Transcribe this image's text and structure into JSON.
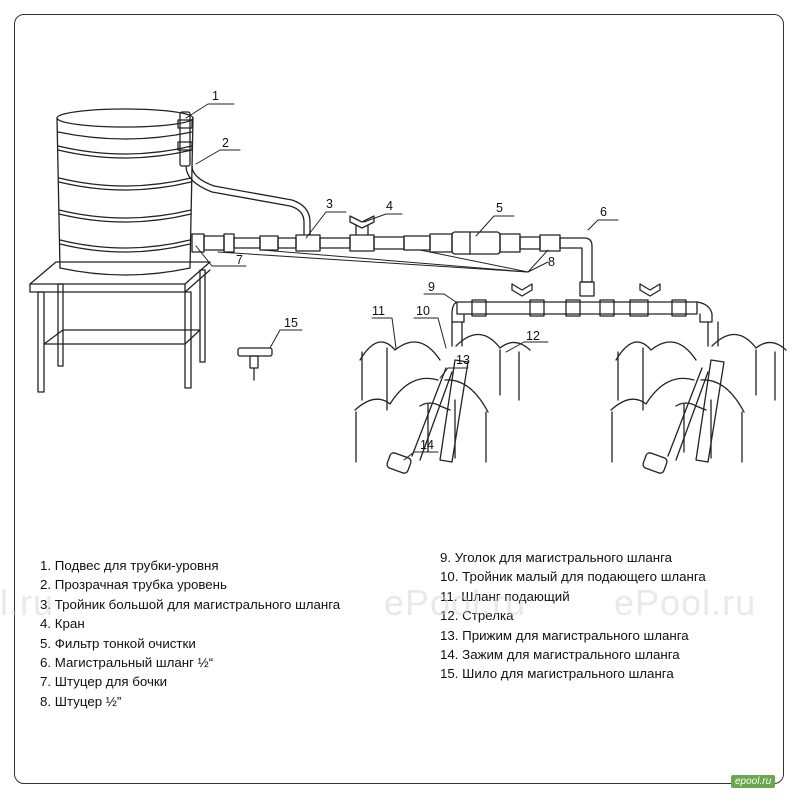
{
  "callouts": [
    "1",
    "2",
    "3",
    "4",
    "5",
    "6",
    "7",
    "8",
    "9",
    "10",
    "11",
    "12",
    "13",
    "14",
    "15"
  ],
  "legend_left": [
    "1. Подвес для трубки-уровня",
    "2. Прозрачная трубка уровень",
    "3. Тройник большой для магистрального шланга",
    "4. Кран",
    "5. Фильтр тонкой очистки",
    "6. Магистральный шланг ½“",
    "7. Штуцер для бочки",
    "8. Штуцер ½”"
  ],
  "legend_right": [
    "9. Уголок для магистрального шланга",
    "10. Тройник малый для подающего шланга",
    "11. Шланг подающий",
    "12. Стрелка",
    "13. Прижим для магистрального шланга",
    "14. Зажим для магистрального шланга",
    "15. Шило для магистрального шланга"
  ],
  "watermark": {
    "left": "l.ru",
    "center": "ePool.ru",
    "right": "ePool.ru"
  },
  "badge": "epool.ru",
  "colors": {
    "line": "#222222",
    "frame": "#333333",
    "watermark": "#cfcfcf",
    "badge": "#6aa84f"
  }
}
